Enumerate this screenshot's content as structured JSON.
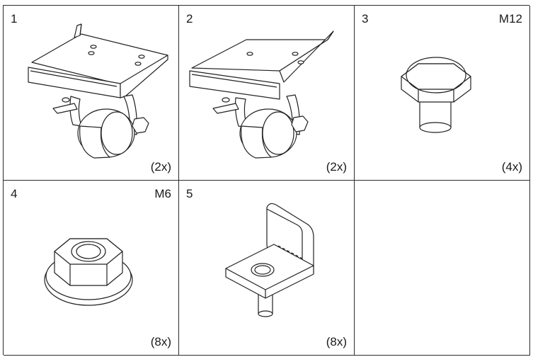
{
  "parts": [
    {
      "number": "1",
      "spec": "",
      "quantity": "(2x)",
      "icon": "caster-wheel-with-brake"
    },
    {
      "number": "2",
      "spec": "",
      "quantity": "(2x)",
      "icon": "caster-wheel-with-brake"
    },
    {
      "number": "3",
      "spec": "M12",
      "quantity": "(4x)",
      "icon": "hex-bolt"
    },
    {
      "number": "4",
      "spec": "M6",
      "quantity": "(8x)",
      "icon": "flange-nut"
    },
    {
      "number": "5",
      "spec": "",
      "quantity": "(8x)",
      "icon": "angle-bracket-stud"
    }
  ]
}
